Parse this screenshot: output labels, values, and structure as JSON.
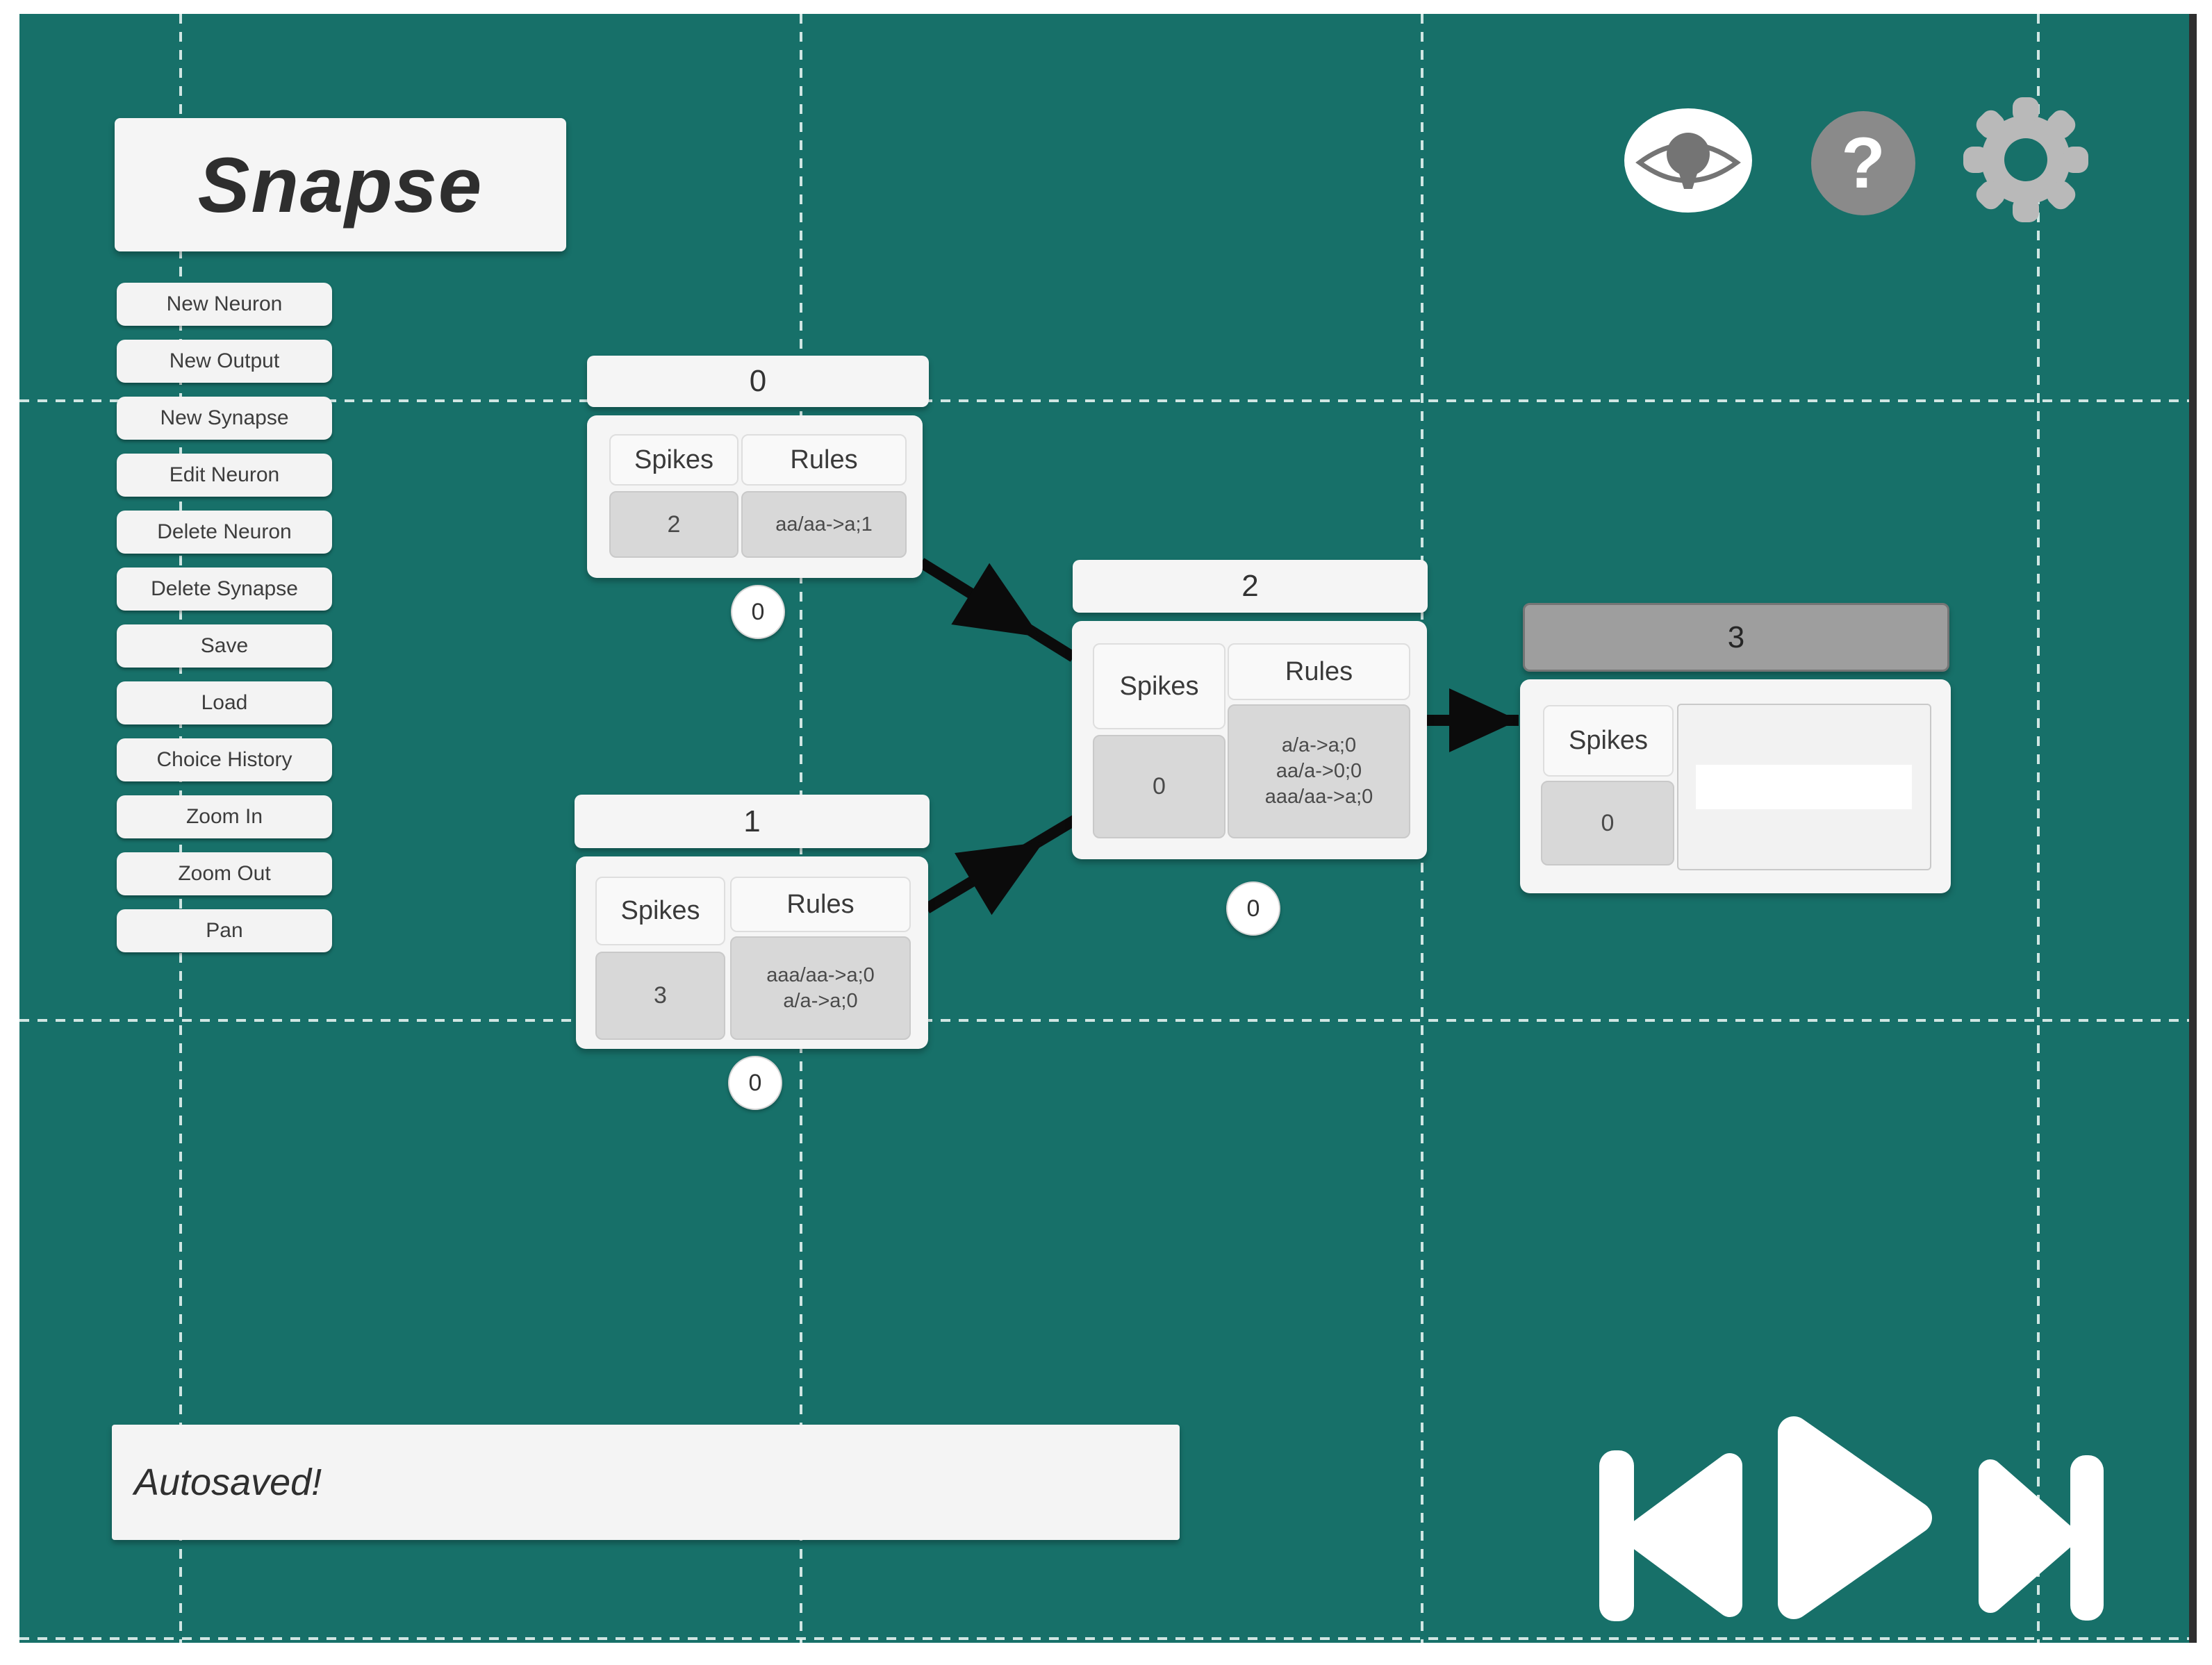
{
  "app": {
    "logo": "Snapse"
  },
  "toolbar": {
    "buttons": [
      "New Neuron",
      "New Output",
      "New Synapse",
      "Edit Neuron",
      "Delete Neuron",
      "Delete Synapse",
      "Save",
      "Load",
      "Choice History",
      "Zoom In",
      "Zoom Out",
      "Pan"
    ]
  },
  "header_icons": {
    "view": "eye-icon",
    "help": "question-icon",
    "help_glyph": "?",
    "settings": "gear-icon"
  },
  "neurons": [
    {
      "id": "0",
      "type": "regular",
      "spikes_label": "Spikes",
      "rules_label": "Rules",
      "spikes": "2",
      "rules": "aa/aa->a;1",
      "counter": "0"
    },
    {
      "id": "1",
      "type": "regular",
      "spikes_label": "Spikes",
      "rules_label": "Rules",
      "spikes": "3",
      "rules": "aaa/aa->a;0\na/a->a;0",
      "counter": "0"
    },
    {
      "id": "2",
      "type": "regular",
      "spikes_label": "Spikes",
      "rules_label": "Rules",
      "spikes": "0",
      "rules": "a/a->a;0\naa/a->0;0\naaa/aa->a;0",
      "counter": "0"
    },
    {
      "id": "3",
      "type": "output",
      "spikes_label": "Spikes",
      "spikes": "0"
    }
  ],
  "synapses": [
    {
      "from": "0",
      "to": "2"
    },
    {
      "from": "1",
      "to": "2"
    },
    {
      "from": "2",
      "to": "3"
    }
  ],
  "status_bar": {
    "message": "Autosaved!"
  },
  "playback": {
    "controls": [
      "skip-back",
      "play",
      "skip-forward"
    ]
  },
  "colors": {
    "canvas": "#177069",
    "panel": "#f5f5f5",
    "value_box": "#d8d8d8",
    "output_header": "#9e9e9e",
    "arrow": "#0b0b0b",
    "grid_dash": "#ecf8f6"
  }
}
